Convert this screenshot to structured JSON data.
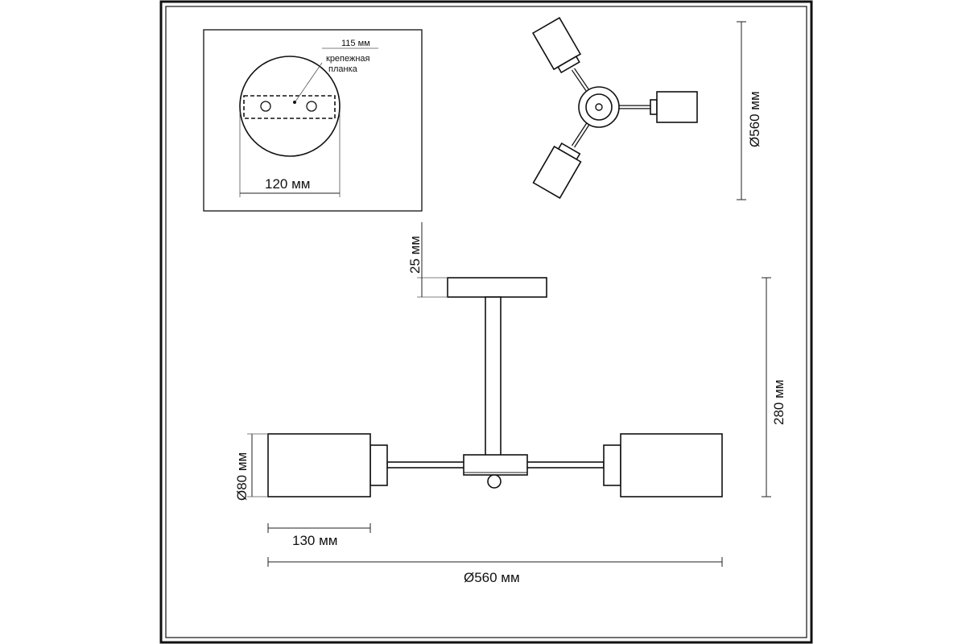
{
  "mounting_plate": {
    "label_115": "115 мм",
    "label_plate_line1": "крепежная",
    "label_plate_line2": "планка",
    "label_120": "120 мм"
  },
  "top_view": {
    "label_diameter": "Ø560 мм"
  },
  "side_view": {
    "label_canopy_height": "25 мм",
    "label_total_height": "280 мм",
    "label_shade_diameter": "Ø80 мм",
    "label_shade_length": "130 мм",
    "label_total_diameter": "Ø560 мм"
  }
}
